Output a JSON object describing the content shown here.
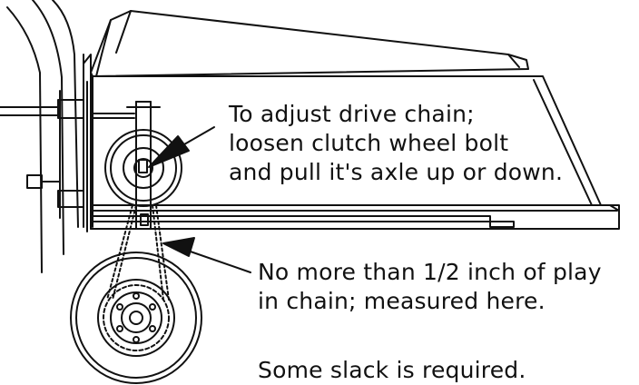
{
  "diagram": {
    "subject": "drive-chain-adjustment",
    "annotations": [
      {
        "id": "adjust",
        "lines": [
          "To adjust drive chain;",
          "loosen clutch wheel bolt",
          "and pull it's axle up or down."
        ]
      },
      {
        "id": "play",
        "lines": [
          "No more than 1/2 inch of play",
          "in chain; measured here."
        ]
      },
      {
        "id": "slack",
        "lines": [
          "Some slack is required."
        ]
      }
    ],
    "colors": {
      "line": "#111111",
      "background": "#ffffff"
    }
  }
}
